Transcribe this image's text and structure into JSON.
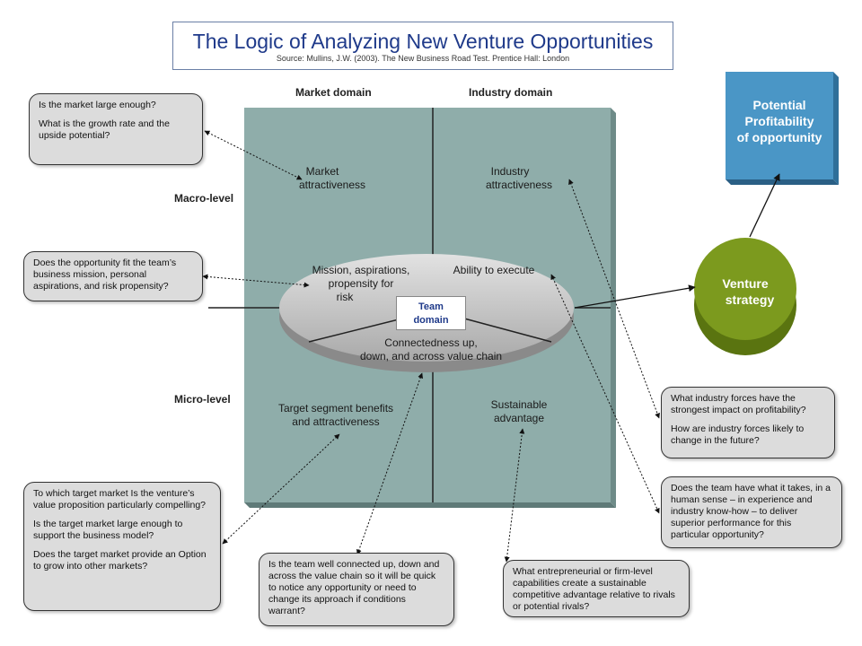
{
  "title": {
    "main": "The Logic of Analyzing New Venture Opportunities",
    "source": "Source:  Mullins, J.W.  (2003).  The New Business Road Test.  Prentice Hall:  London"
  },
  "headers": {
    "market": "Market domain",
    "industry": "Industry domain"
  },
  "levels": {
    "macro": "Macro-level",
    "micro": "Micro-level"
  },
  "cells": {
    "market_attractiveness": [
      "Market",
      "attractiveness"
    ],
    "industry_attractiveness": [
      "Industry",
      "attractiveness"
    ],
    "mission": [
      "Mission, aspirations,",
      "propensity for",
      "risk"
    ],
    "ability": "Ability to execute",
    "connectedness": [
      "Connectedness up,",
      "down, and across value chain"
    ],
    "target_segment": [
      "Target segment benefits",
      "and attractiveness"
    ],
    "sustainable": [
      "Sustainable",
      "advantage"
    ],
    "team_domain": [
      "Team",
      "domain"
    ]
  },
  "profitability": [
    "Potential",
    "Profitability",
    "of opportunity"
  ],
  "venture": [
    "Venture",
    "strategy"
  ],
  "callouts": {
    "market_size": [
      "Is the market large enough?",
      "What is the growth rate and the upside potential?"
    ],
    "mission_fit": [
      "Does the opportunity fit the team’s business mission, personal aspirations, and risk propensity?"
    ],
    "target_market": [
      "To which target market Is the venture’s value proposition particularly compelling?",
      "Is the target market large enough to support the business model?",
      "Does the target market provide an Option to grow into other markets?"
    ],
    "connected": [
      "Is the team well connected up, down and across the value chain so it will be quick to notice any opportunity or need to change its approach if conditions warrant?"
    ],
    "capabilities": [
      "What entrepreneurial or firm-level capabilities create a sustainable competitive advantage relative to rivals or potential rivals?"
    ],
    "industry_forces": [
      "What industry forces have the strongest impact on profitability?",
      "How are industry forces likely to change in the future?"
    ],
    "team_capable": [
      "Does the team have what it takes, in a human sense – in experience and industry know-how – to deliver superior performance for this particular opportunity?"
    ]
  },
  "colors": {
    "panel": "#8fadaa",
    "team_ellipse": "#c9c9c9",
    "profit_box": "#4a96c6",
    "venture_circle": "#7c9a1e",
    "title_text": "#1f3a8a"
  }
}
